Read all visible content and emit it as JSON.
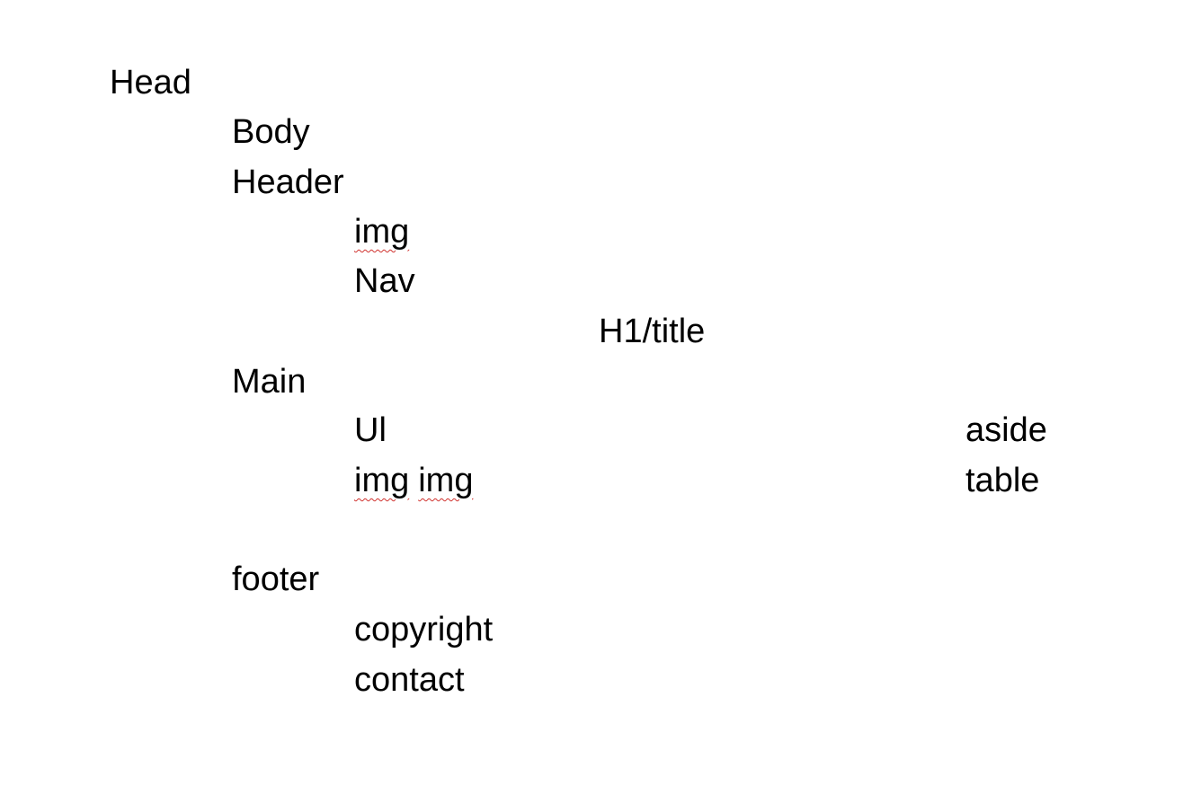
{
  "document": {
    "head": "Head",
    "body": "Body",
    "header": {
      "label": "Header",
      "img": "img",
      "nav": "Nav",
      "h1_title": "H1/title"
    },
    "main": {
      "label": "Main",
      "ul": "Ul",
      "img_1": "img",
      "img_2": "img",
      "aside": "aside",
      "table": "table"
    },
    "footer": {
      "label": "footer",
      "copyright": "copyright",
      "contact": "contact"
    }
  },
  "spellcheck_underline_color": "#d0312d"
}
